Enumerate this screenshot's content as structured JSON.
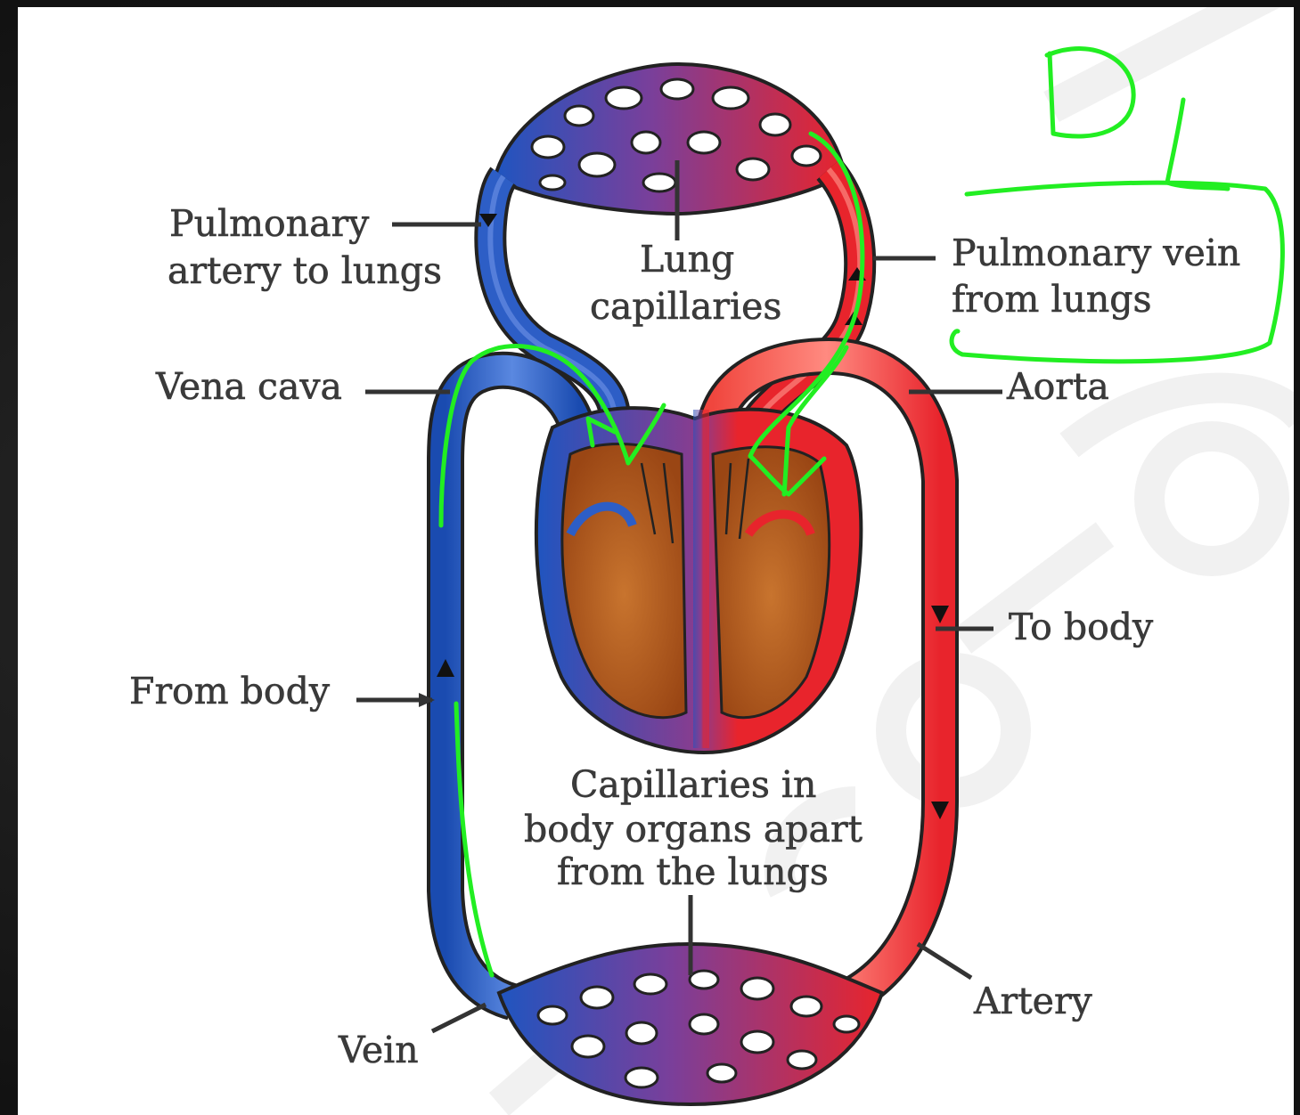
{
  "labels": {
    "pulmonary_artery_line1": "Pulmonary",
    "pulmonary_artery_line2": "artery to lungs",
    "lung_capillaries_line1": "Lung",
    "lung_capillaries_line2": "capillaries",
    "pulmonary_vein_line1": "Pulmonary vein",
    "pulmonary_vein_line2": "from lungs",
    "vena_cava": "Vena cava",
    "aorta": "Aorta",
    "to_body": "To body",
    "from_body": "From body",
    "body_capillaries_line1": "Capillaries in",
    "body_capillaries_line2": "body organs apart",
    "body_capillaries_line3": "from the lungs",
    "artery": "Artery",
    "vein": "Vein"
  },
  "annotation": {
    "handwritten_mark": "D"
  },
  "colors": {
    "deoxygenated": "#1f55c0",
    "oxygenated": "#e8242c",
    "heart_muscle": "#a8501a",
    "annotation_ink": "#22ee22",
    "watermark": "#e9e9e9"
  }
}
